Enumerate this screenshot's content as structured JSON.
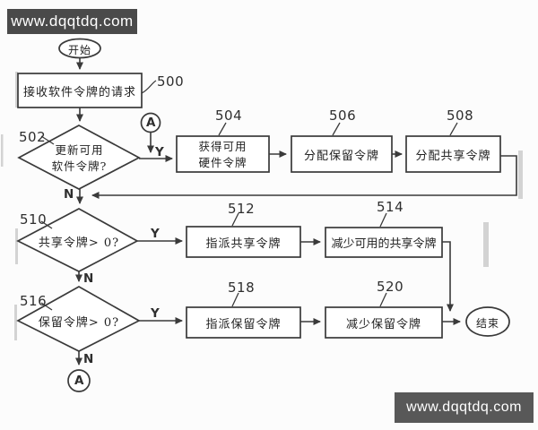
{
  "watermark": {
    "top": "www.dqqtdq.com",
    "bottom": "www.dqqtdq.com"
  },
  "colors": {
    "line": "#3a3a3a",
    "banner_top": "#4a4a4a",
    "banner_bottom": "#585858",
    "scan_artifact": "#c6c6c6"
  },
  "flowchart": {
    "start_label": "开始",
    "end_label": "结束",
    "connector_a": "A",
    "yes": "Y",
    "no": "N",
    "nodes": {
      "n500": {
        "ref": "500",
        "text": "接收软件令牌的请求"
      },
      "n502": {
        "ref": "502",
        "line1": "更新可用",
        "line2": "软件令牌?"
      },
      "n504": {
        "ref": "504",
        "line1": "获得可用",
        "line2": "硬件令牌"
      },
      "n506": {
        "ref": "506",
        "text": "分配保留令牌"
      },
      "n508": {
        "ref": "508",
        "text": "分配共享令牌"
      },
      "n510": {
        "ref": "510",
        "text": "共享令牌> 0?"
      },
      "n512": {
        "ref": "512",
        "text": "指派共享令牌"
      },
      "n514": {
        "ref": "514",
        "text": "减少可用的共享令牌"
      },
      "n516": {
        "ref": "516",
        "text": "保留令牌> 0?"
      },
      "n518": {
        "ref": "518",
        "text": "指派保留令牌"
      },
      "n520": {
        "ref": "520",
        "text": "减少保留令牌"
      }
    }
  }
}
